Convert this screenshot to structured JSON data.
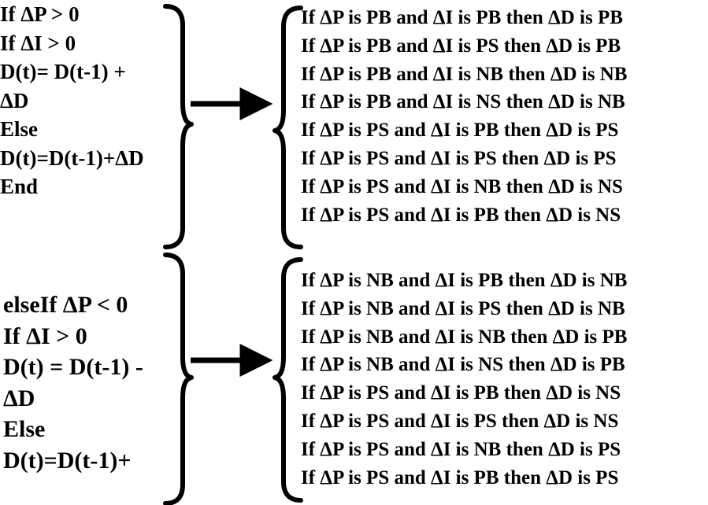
{
  "top_group": {
    "condition_lines": [
      "If ΔP > 0",
      "If ΔI > 0",
      "D(t)= D(t-1) +",
      "ΔD",
      "Else",
      "D(t)=D(t-1)+ΔD",
      "End"
    ],
    "rules": [
      "If ΔP is PB and ΔI is PB then ΔD is PB",
      "If ΔP is PB and ΔI is PS then ΔD is PB",
      "If ΔP is PB and ΔI is NB then ΔD is NB",
      "If ΔP is PB and ΔI is NS then ΔD is NB",
      "If ΔP is PS and ΔI is PB then ΔD is PS",
      "If ΔP is PS and ΔI is PS then ΔD is PS",
      "If ΔP is PS and ΔI is NB then ΔD is NS",
      "If ΔP is PS and ΔI is PB then ΔD is NS"
    ]
  },
  "bottom_group": {
    "condition_lines": [
      "elseIf ΔP < 0",
      "If ΔI > 0",
      "D(t) = D(t-1) -",
      "ΔD",
      "Else",
      "D(t)=D(t-1)+"
    ],
    "rules": [
      "If ΔP is NB and ΔI is PB then ΔD is NB",
      "If ΔP is NB and ΔI is PS then ΔD is NB",
      "If ΔP is NB and ΔI is NB then ΔD is PB",
      "If ΔP is NB and ΔI is NS then ΔD is PB",
      "If ΔP is PS and ΔI is PB then ΔD is NS",
      "If ΔP is PS and ΔI is PS then ΔD is NS",
      "If ΔP is PS and ΔI is NB then ΔD is PS",
      "If ΔP is PS and ΔI is PB then ΔD is PS"
    ]
  },
  "colors": {
    "text": "#000000",
    "background": "#ffffff"
  }
}
